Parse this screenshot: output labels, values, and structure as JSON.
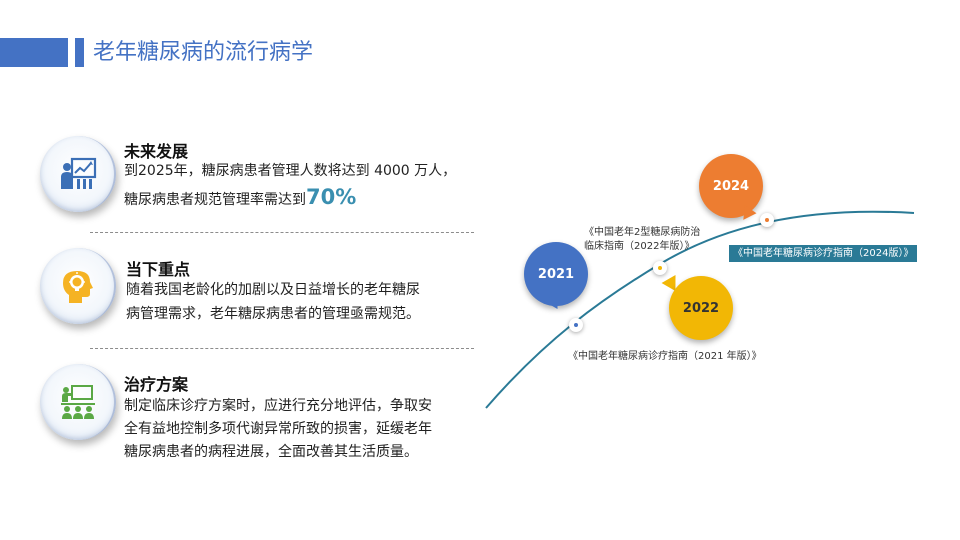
{
  "header": {
    "title": "老年糖尿病的流行病学"
  },
  "sections": [
    {
      "title": "未来发展",
      "lines": [
        "到2025年，糖尿病患者管理人数将达到 4000 万人，",
        "糖尿病患者规范管理率需达到"
      ],
      "highlight": "70%",
      "icon": "presentation-chart-icon"
    },
    {
      "title": "当下重点",
      "lines": [
        "随着我国老龄化的加剧以及日益增长的老年糖尿",
        "病管理需求，老年糖尿病患者的管理亟需规范。"
      ],
      "icon": "head-lightbulb-icon"
    },
    {
      "title": "治疗方案",
      "lines": [
        "制定临床诊疗方案时，应进行充分地评估，争取安",
        "全有益地控制多项代谢异常所致的损害，延缓老年",
        "糖尿病患者的病程进展，全面改善其生活质量。"
      ],
      "icon": "team-meeting-icon"
    }
  ],
  "timeline": {
    "items": [
      {
        "year": "2021",
        "color": "#4472c4",
        "note": "《中国老年糖尿病诊疗指南（2021 年版）》"
      },
      {
        "year": "2022",
        "color": "#f2b705",
        "note_lines": [
          "《中国老年2型糖尿病防治",
          "临床指南（2022年版）》"
        ]
      },
      {
        "year": "2024",
        "color": "#ed7d31",
        "note": "《中国老年糖尿病诊疗指南（2024版）》"
      }
    ],
    "curve_color": "#2a7a96"
  }
}
